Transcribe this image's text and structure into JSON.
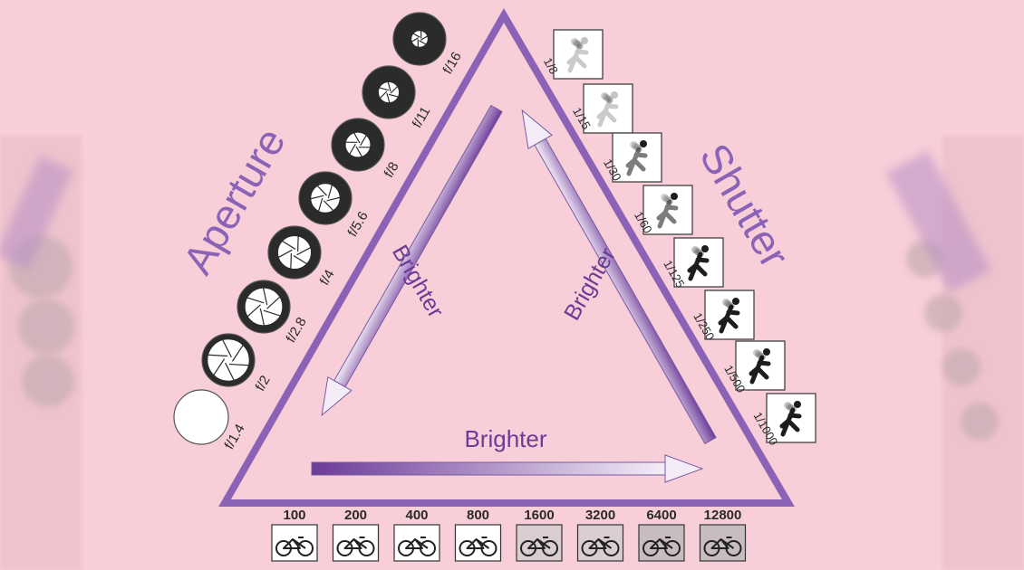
{
  "labels": {
    "aperture": "Aperture",
    "shutter": "Shutter",
    "brighter_left": "Brighter",
    "brighter_right": "Brighter",
    "brighter_bottom": "Brighter"
  },
  "aperture_stops": [
    "f/1.4",
    "f/2",
    "f/2.8",
    "f/4",
    "f/5.6",
    "f/8",
    "f/11",
    "f/16"
  ],
  "shutter_speeds": [
    "1/8",
    "1/15",
    "1/30",
    "1/60",
    "1/125",
    "1/250",
    "1/500",
    "1/1000"
  ],
  "iso_values": [
    "100",
    "200",
    "400",
    "800",
    "1600",
    "3200",
    "6400",
    "12800"
  ],
  "colors": {
    "background": "#f8ced8",
    "triangle": "#8a62b6",
    "accent": "#6a3b97",
    "text": "#2a2a2a"
  },
  "icons": {
    "aperture": "aperture-icon",
    "shutter": "running-figure-icon",
    "iso": "bicycle-icon"
  }
}
